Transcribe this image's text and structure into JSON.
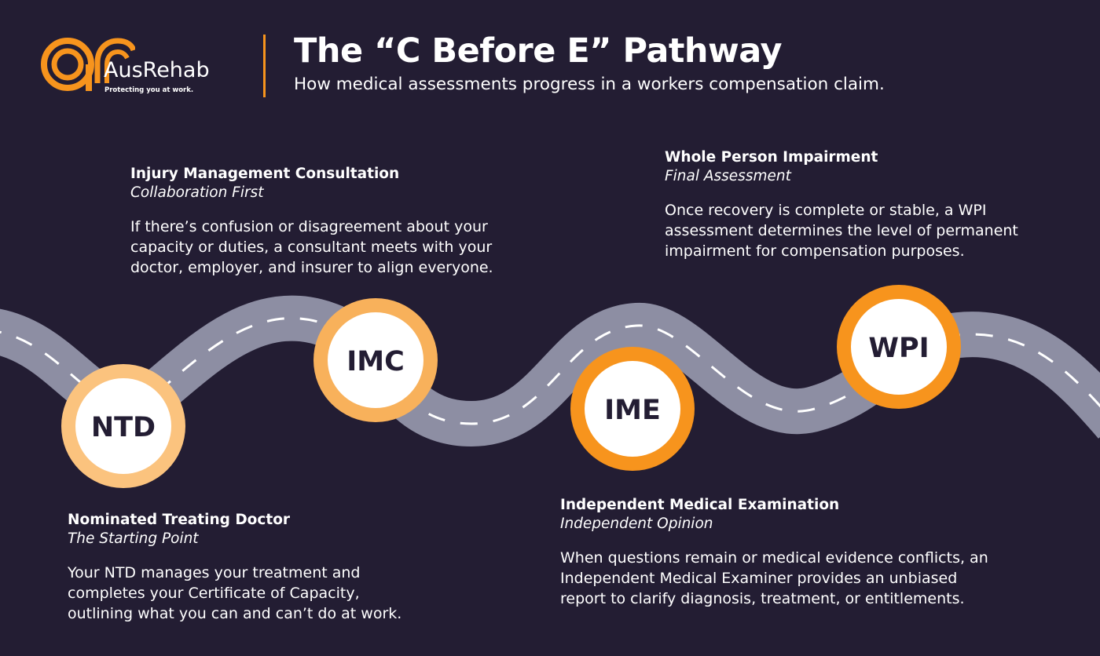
{
  "brand": {
    "name": "AusRehab",
    "tagline": "Protecting you at work.",
    "orange": "#f7941d",
    "light_orange": "#f8b15b",
    "pale_orange": "#fbc37e"
  },
  "header": {
    "title": "The “C Before E” Pathway",
    "subtitle": "How medical assessments progress in a workers compensation claim."
  },
  "colors": {
    "background": "#231d33",
    "road": "#8d8ea3",
    "road_dash": "#ffffff",
    "node_fill": "#ffffff",
    "node_text": "#231d33"
  },
  "stages": {
    "ntd": {
      "abbr": "NTD",
      "title": "Nominated Treating Doctor",
      "tagline": "The Starting Point",
      "lines": [
        "Your NTD manages your treatment and",
        "completes your Certificate of Capacity,",
        "outlining what you can and can’t do at work."
      ]
    },
    "imc": {
      "abbr": "IMC",
      "title": "Injury Management Consultation",
      "tagline": "Collaboration First",
      "lines": [
        "If there’s confusion or disagreement about your",
        "capacity or duties, a consultant meets with your",
        "doctor, employer, and insurer to align everyone."
      ]
    },
    "ime": {
      "abbr": "IME",
      "title": "Independent Medical Examination",
      "tagline": "Independent Opinion",
      "lines": [
        "When questions remain or medical evidence conflicts, an",
        "Independent Medical Examiner provides an unbiased",
        "report to clarify diagnosis, treatment, or entitlements."
      ]
    },
    "wpi": {
      "abbr": "WPI",
      "title": "Whole Person Impairment",
      "tagline": "Final Assessment",
      "lines": [
        "Once recovery is complete or stable, a WPI",
        "assessment determines the level of permanent",
        "impairment for compensation purposes."
      ]
    }
  }
}
